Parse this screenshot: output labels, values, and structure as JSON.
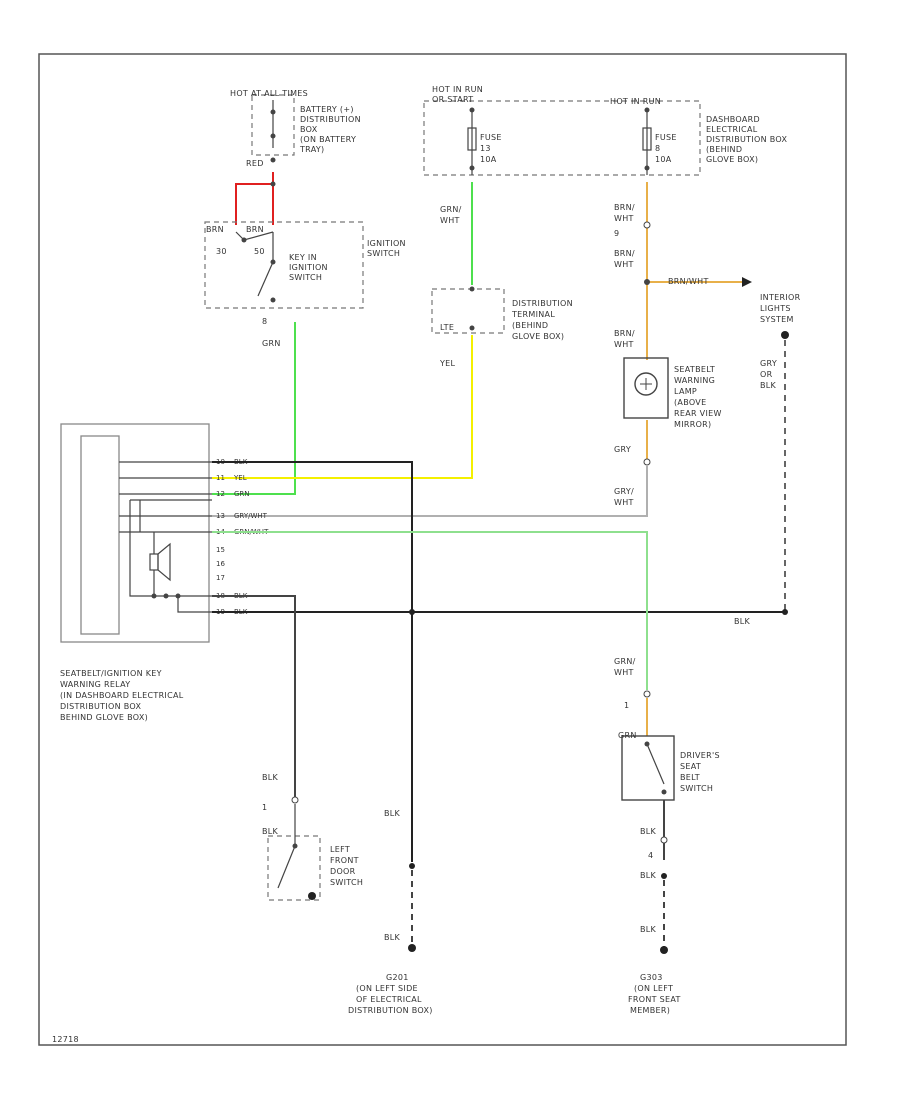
{
  "diagram_id": "12718",
  "colors": {
    "red": "#e02020",
    "green": "#4ee04e",
    "yellow": "#f4f000",
    "orange": "#e8b04a",
    "light_green": "#8ee08e",
    "gray": "#b0b0b0",
    "black": "#222222"
  },
  "labels": {
    "hot_all_times": "HOT AT ALL TIMES",
    "battery_box": [
      "BATTERY (+)",
      "DISTRIBUTION",
      "BOX",
      "(ON BATTERY",
      "TRAY)"
    ],
    "red": "RED",
    "brn_left": "BRN",
    "brn_right": "BRN",
    "ignition_30": "30",
    "ignition_50": "50",
    "key_in_ignition": [
      "KEY IN",
      "IGNITION",
      "SWITCH"
    ],
    "ignition_switch": [
      "IGNITION",
      "SWITCH"
    ],
    "ign_pin": "8",
    "grn_1": "GRN",
    "hot_run": [
      "HOT IN RUN",
      "OR START"
    ],
    "hot_in_run": "HOT IN RUN",
    "fuse_left": [
      "FUSE",
      "13",
      "10A"
    ],
    "fuse_right": [
      "FUSE",
      "8",
      "10A"
    ],
    "dash_box": [
      "DASHBOARD",
      "ELECTRICAL",
      "DISTRIBUTION BOX",
      "(BEHIND",
      "GLOVE BOX)"
    ],
    "grn_wht_1": [
      "GRN/",
      "WHT"
    ],
    "dist_terminal": [
      "DISTRIBUTION",
      "TERMINAL",
      "(BEHIND",
      "GLOVE BOX)"
    ],
    "lte": "LTE",
    "yel": "YEL",
    "brn_wht_1": [
      "BRN/",
      "WHT"
    ],
    "brn_wht_2": [
      "BRN/",
      "WHT"
    ],
    "brn_wht_3": [
      "BRN/",
      "WHT"
    ],
    "brn_wht_h": "BRN/WHT",
    "pin_9": "9",
    "interior_lights": [
      "INTERIOR",
      "LIGHTS",
      "SYSTEM"
    ],
    "seatbelt_lamp": [
      "SEATBELT",
      "WARNING",
      "LAMP",
      "(ABOVE",
      "REAR VIEW",
      "MIRROR)"
    ],
    "gry_blk": [
      "GRY",
      "OR",
      "BLK"
    ],
    "gry_1": "GRY",
    "gry_wht": [
      "GRY/",
      "WHT"
    ],
    "relay_pins": [
      "10",
      "11",
      "12",
      "13",
      "14",
      "15",
      "16",
      "17",
      "18",
      "19"
    ],
    "relay_wires": [
      "BLK",
      "YEL",
      "GRN",
      "GRY/WHT",
      "GRN/WHT",
      "",
      "",
      "BLK",
      "BLK"
    ],
    "relay_name": [
      "SEATBELT/IGNITION KEY",
      "WARNING RELAY",
      "(IN DASHBOARD ELECTRICAL",
      "DISTRIBUTION BOX",
      "BEHIND GLOVE BOX)"
    ],
    "blk_main": "BLK",
    "grn_wht_2": [
      "GRN/",
      "WHT"
    ],
    "pin_1": "1",
    "driver_seatbelt_switch": [
      "DRIVER'S",
      "SEAT",
      "BELT",
      "SWITCH"
    ],
    "grn_sw": "GRN",
    "blk_door_1": "BLK",
    "pin_door": "1",
    "blk_door_2": "BLK",
    "left_door_switch": [
      "LEFT",
      "FRONT",
      "DOOR",
      "SWITCH"
    ],
    "blk_g1": "BLK",
    "blk_g2": "BLK",
    "blk_seat_1": "BLK",
    "pin_seat": "4",
    "blk_seat_2": "BLK",
    "blk_seat_3": "BLK",
    "ground_1": [
      "G201",
      "(ON LEFT SIDE",
      "OF ELECTRICAL",
      "DISTRIBUTION BOX)"
    ],
    "ground_2": [
      "G303",
      "(ON LEFT",
      "FRONT SEAT",
      "MEMBER)"
    ]
  }
}
